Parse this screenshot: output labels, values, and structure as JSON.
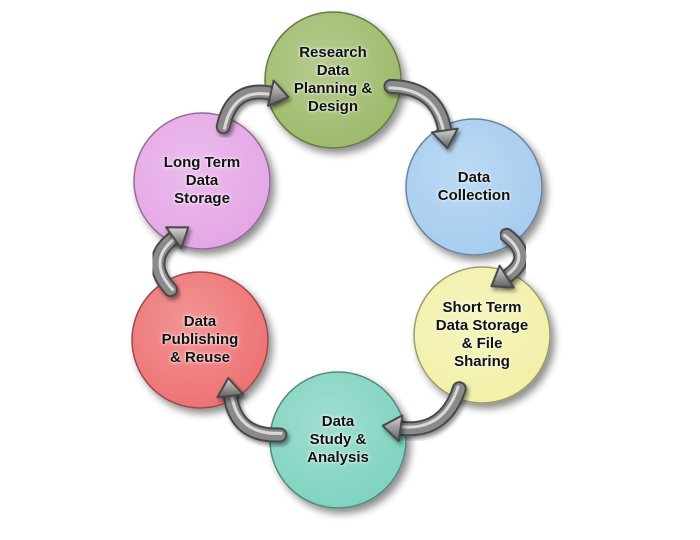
{
  "diagram": {
    "nodes": [
      {
        "id": "research-planning",
        "label": "Research\nData\nPlanning &\nDesign",
        "color": "#9dba6a"
      },
      {
        "id": "data-collection",
        "label": "Data\nCollection",
        "color": "#a6ccef"
      },
      {
        "id": "short-term-storage",
        "label": "Short Term\nData Storage\n& File\nSharing",
        "color": "#f2f0a8"
      },
      {
        "id": "study-analysis",
        "label": "Data\nStudy &\nAnalysis",
        "color": "#7fd3c0"
      },
      {
        "id": "publishing-reuse",
        "label": "Data\nPublishing\n& Reuse",
        "color": "#ee7173"
      },
      {
        "id": "long-term-storage",
        "label": "Long Term\nData\nStorage",
        "color": "#e4a6e6"
      }
    ],
    "arrow_color": "#8a8a8a",
    "flow": "clockwise"
  }
}
